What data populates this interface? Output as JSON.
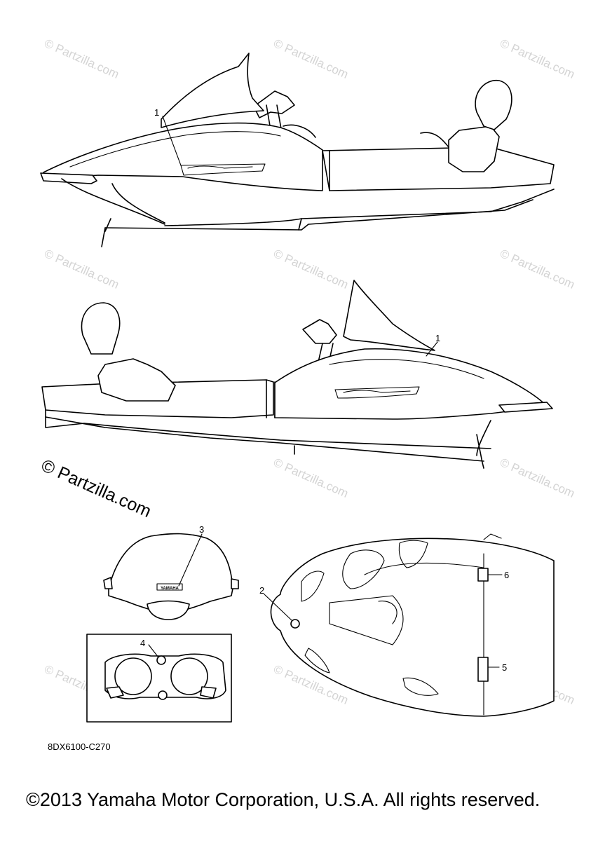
{
  "watermark": "© Partzilla.com",
  "watermark_large": "© Partzilla.com",
  "diagram_code": "8DX6100-C270",
  "copyright": "©2013 Yamaha Motor Corporation, U.S.A. All rights reserved.",
  "callouts": [
    "1",
    "1",
    "2",
    "3",
    "4",
    "5",
    "6"
  ],
  "decal_text": "YAMAHA"
}
